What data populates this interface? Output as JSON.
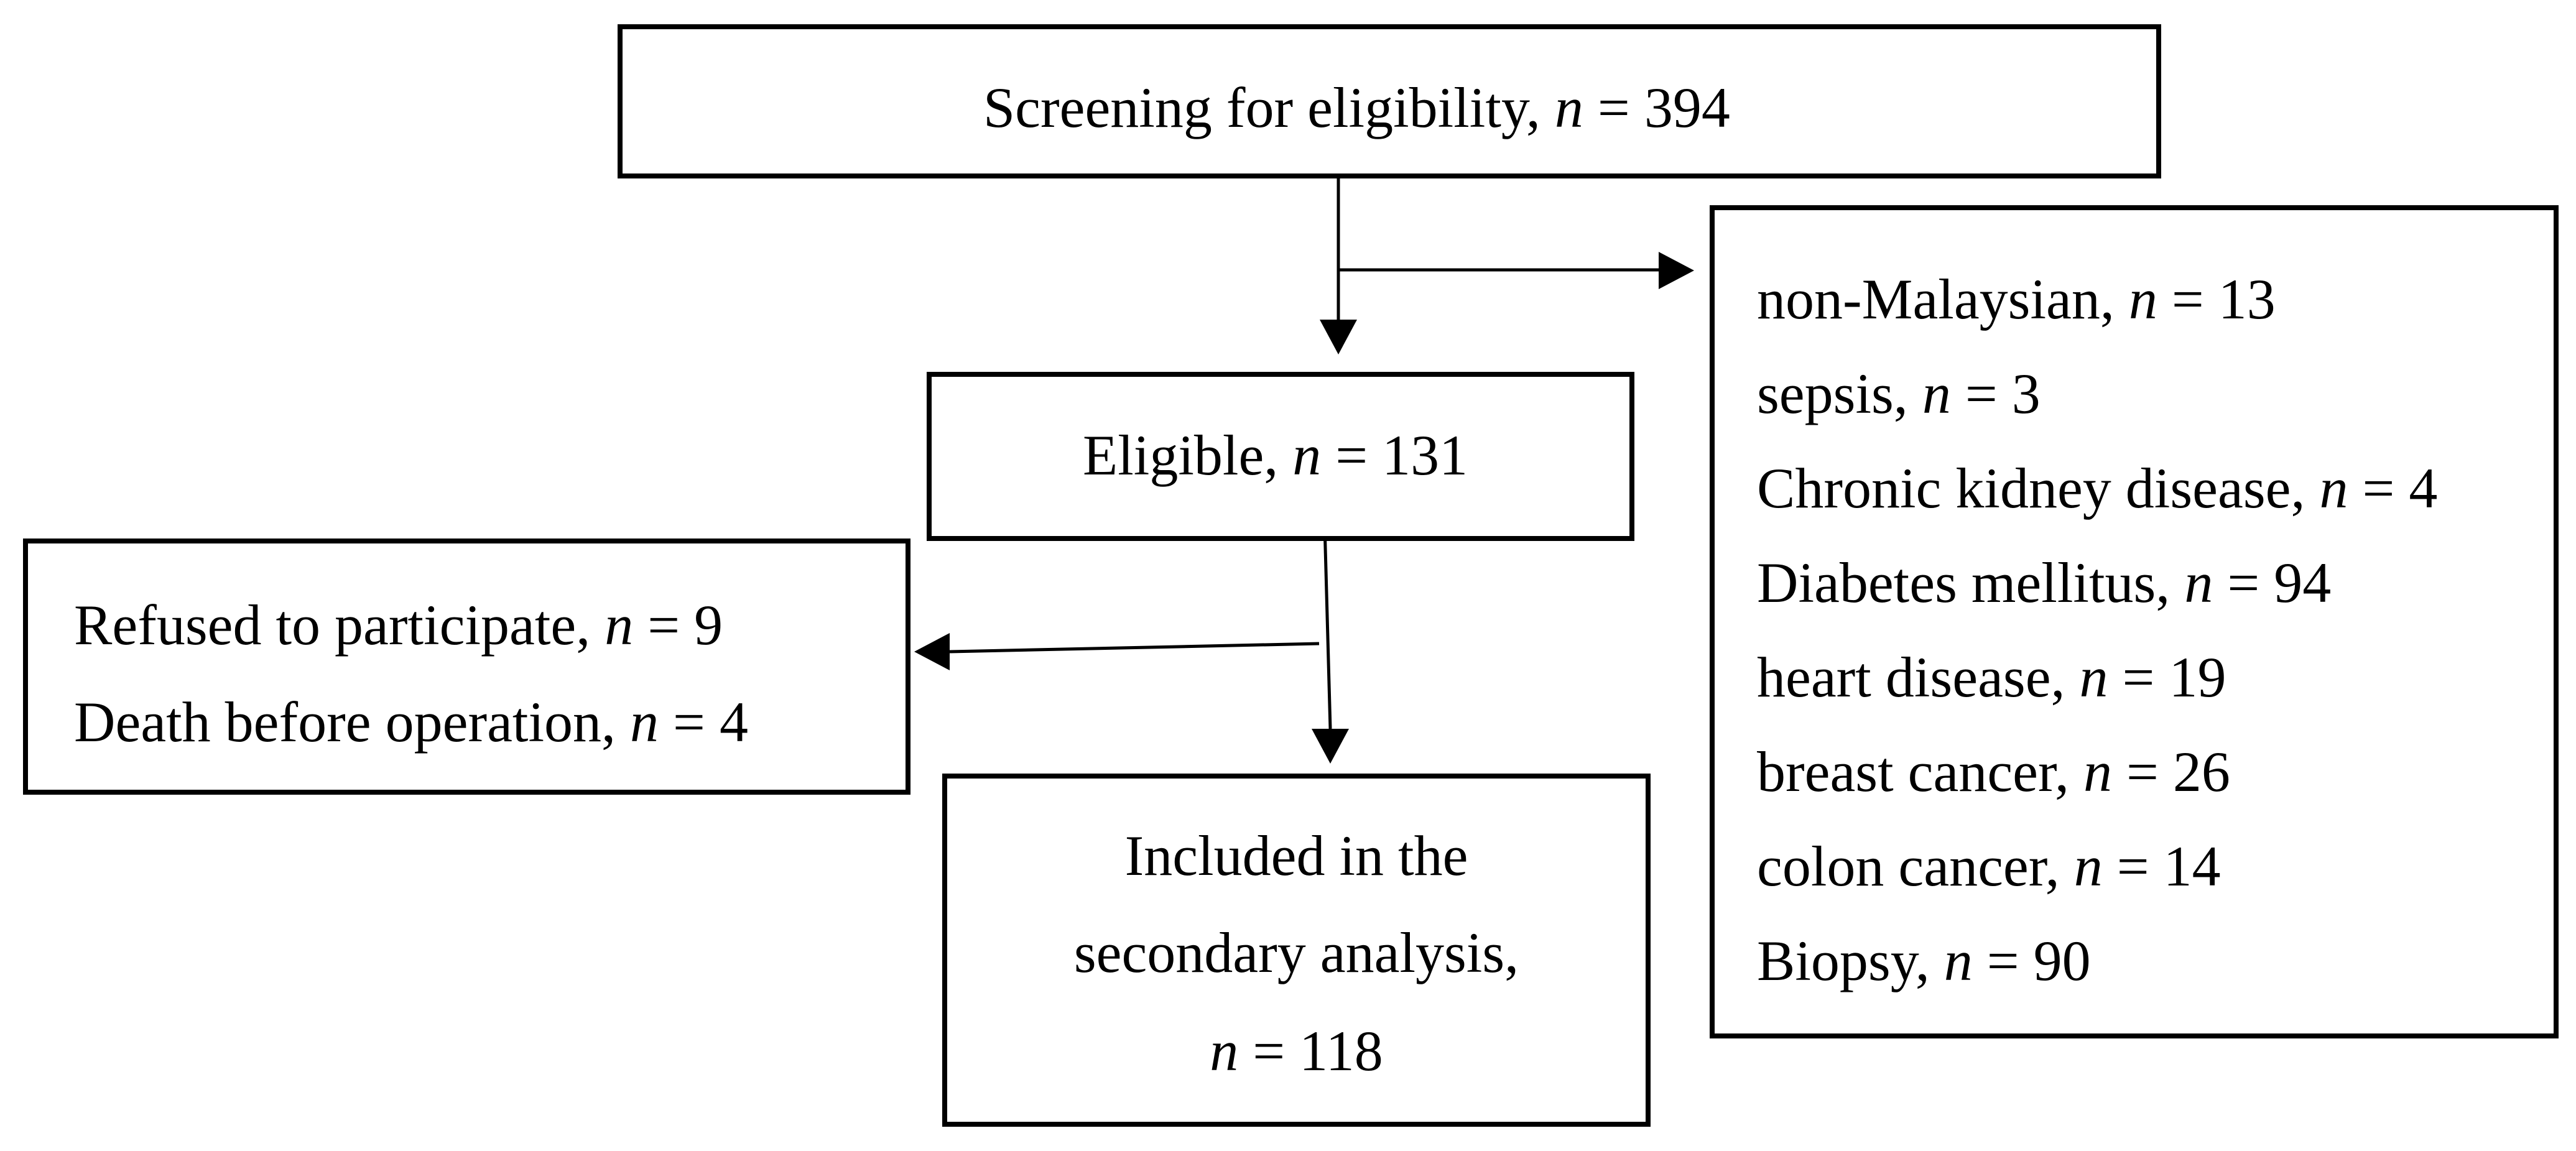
{
  "var_symbol": "n",
  "eq_symbol": " = ",
  "screening": {
    "label": "Screening for eligibility, ",
    "n": "394"
  },
  "eligible": {
    "label": "Eligible, ",
    "n": "131"
  },
  "excluded": {
    "items": [
      {
        "label": "non-Malaysian, ",
        "n": "13"
      },
      {
        "label": "sepsis, ",
        "n": "3"
      },
      {
        "label": "Chronic kidney disease, ",
        "n": "4"
      },
      {
        "label": "Diabetes mellitus, ",
        "n": "94"
      },
      {
        "label": "heart disease, ",
        "n": "19"
      },
      {
        "label": "breast cancer, ",
        "n": "26"
      },
      {
        "label": "colon cancer, ",
        "n": "14"
      },
      {
        "label": "Biopsy, ",
        "n": "90"
      }
    ]
  },
  "refused": {
    "items": [
      {
        "label": "Refused to participate, ",
        "n": "9"
      },
      {
        "label": "Death before operation, ",
        "n": "4"
      }
    ]
  },
  "included": {
    "line1": "Included in the",
    "line2": "secondary analysis,",
    "n": "118"
  },
  "colors": {
    "stroke": "#000000",
    "background": "#ffffff"
  }
}
